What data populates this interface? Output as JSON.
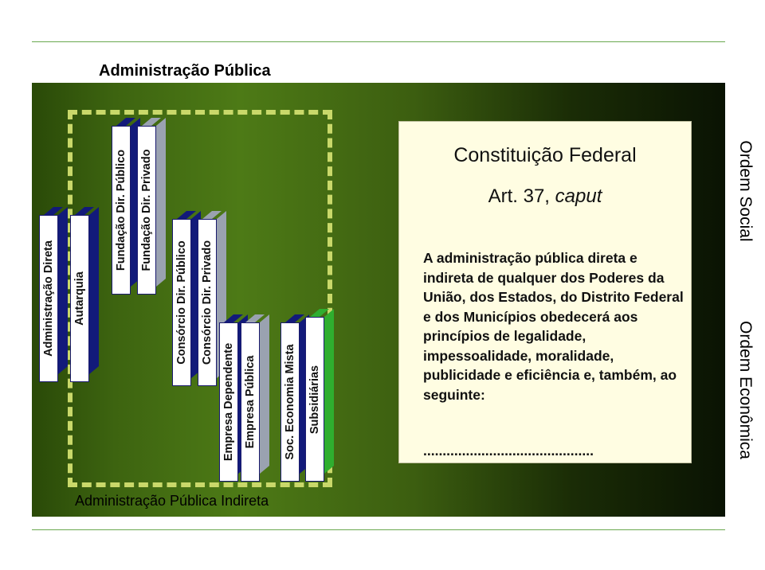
{
  "title": "Administração Pública",
  "indireta_label": "Administração Pública Indireta",
  "bars": [
    {
      "label": "Administração Direta"
    },
    {
      "label": "Autarquia"
    },
    {
      "label": "Fundação Dir. Público"
    },
    {
      "label": "Fundação Dir. Privado"
    },
    {
      "label": "Consórcio Dir. Público"
    },
    {
      "label": "Consórcio Dir. Privado"
    },
    {
      "label": "Empresa Dependente"
    },
    {
      "label": "Empresa Pública"
    },
    {
      "label": "Soc. Economia Mista"
    },
    {
      "label": "Subsidiárias"
    }
  ],
  "constituicao": {
    "title": "Constituição Federal",
    "art": "Art. 37,",
    "art_italic": "caput",
    "text": "A administração pública direta e indireta de qualquer dos Poderes da União, dos Estados, do Distrito Federal e dos Municípios obedecerá aos princípios de legalidade, impessoalidade, moralidade, publicidade e eficiência e, também, ao seguinte:",
    "dots": "............................................"
  },
  "ordem_social": "Ordem Social",
  "ordem_economica": "Ordem Econômica",
  "colors": {
    "bar_side_blue": "#121a7a",
    "bar_side_gray": "#9aa2b0",
    "bar_side_green": "#2fae2f",
    "dash": "#c9d86a",
    "cf_background": "#fffde2",
    "hr_line": "#6aa84f"
  }
}
